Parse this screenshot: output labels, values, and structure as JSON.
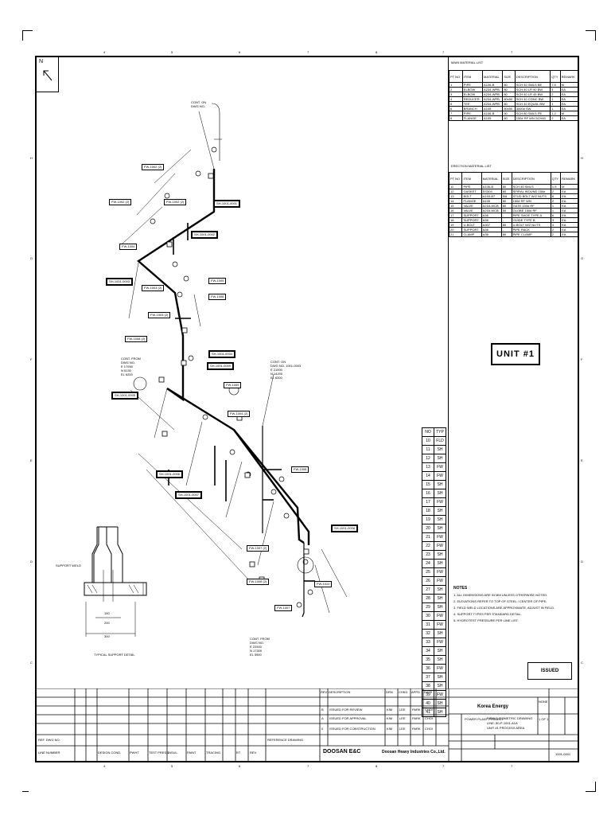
{
  "north_arrow": {
    "label": "N"
  },
  "zone_markers": {
    "top": [
      "4",
      "5",
      "6",
      "7",
      "8",
      "7",
      "7"
    ],
    "left": [
      "H",
      "G",
      "F",
      "E",
      "D",
      "C"
    ],
    "right": [
      "H",
      "G",
      "F",
      "E",
      "D",
      "C"
    ],
    "bottom": [
      "4",
      "5",
      "6",
      "7",
      "8",
      "7",
      "7"
    ]
  },
  "main_material_list": {
    "title": "MAIN MATERIAL LIST",
    "headers": [
      "PT NO",
      "ITEM",
      "MATERIAL",
      "SIZE",
      "DESCRIPTION",
      "QTY",
      "REMARK"
    ],
    "rows": [
      [
        "1",
        "PIPE",
        "A106-B",
        "80",
        "SCH 40 SMLS BE",
        "7.5",
        "M"
      ],
      [
        "2",
        "ELBOW",
        "A234-WPB",
        "80",
        "SCH 40 LR 90 BW",
        "4",
        "EA"
      ],
      [
        "3",
        "ELBOW",
        "A234-WPB",
        "80",
        "SCH 40 LR 45 BW",
        "2",
        "EA"
      ],
      [
        "4",
        "REDUCER",
        "A234-WPB",
        "80x50",
        "SCH 40 CONC BW",
        "1",
        "EA"
      ],
      [
        "5",
        "TEE",
        "A234-WPB",
        "80",
        "SCH 40 EQUAL BW",
        "1",
        "EA"
      ],
      [
        "6",
        "BRANCH",
        "A105",
        "80x50",
        "3000# SW",
        "1",
        "EA"
      ],
      [
        "7",
        "PIPE",
        "A106-B",
        "50",
        "SCH 80 SMLS PE",
        "1.2",
        "M"
      ],
      [
        "8",
        "FLANGE",
        "A105",
        "80",
        "150# RF WN SCH40",
        "2",
        "EA"
      ]
    ]
  },
  "erection_list": {
    "title": "ERECTION MATERIAL LIST",
    "headers": [
      "PT NO",
      "ITEM",
      "MATERIAL",
      "SIZE",
      "DESCRIPTION",
      "QTY",
      "REMARK"
    ],
    "rows": [
      [
        "11",
        "PIPE",
        "A106-B",
        "80",
        "SCH 40 SMLS",
        "1.5",
        "M"
      ],
      [
        "12",
        "GASKET",
        "SS304",
        "80",
        "SPIRAL WOUND 150#",
        "2",
        "EA"
      ],
      [
        "13",
        "BOLT",
        "A193-B7",
        "5/8",
        "STUD BOLT W/2 NUTS",
        "8",
        "EA"
      ],
      [
        "14",
        "FLANGE",
        "A105",
        "80",
        "150# RF WN",
        "2",
        "EA"
      ],
      [
        "15",
        "VALVE",
        "A216-WCB",
        "80",
        "GATE 150# RF",
        "1",
        "EA"
      ],
      [
        "16",
        "VALVE",
        "A216-WCB",
        "50",
        "GLOBE 150# RF",
        "1",
        "EA"
      ],
      [
        "17",
        "SUPPORT",
        "A36",
        "-",
        "PIPE SHOE TYPE A",
        "6",
        "EA"
      ],
      [
        "18",
        "SUPPORT",
        "A36",
        "-",
        "GUIDE TYPE B",
        "3",
        "EA"
      ],
      [
        "19",
        "U-BOLT",
        "A307",
        "80",
        "U-BOLT W/2 NUTS",
        "4",
        "EA"
      ],
      [
        "20",
        "SUPPORT",
        "A36",
        "-",
        "PIPE RACK",
        "2",
        "EA"
      ],
      [
        "21",
        "CLAMP",
        "A36",
        "80",
        "PIPE CLAMP",
        "2",
        "EA"
      ]
    ]
  },
  "unit_label": "UNIT #1",
  "callouts": [
    "FW-1002 (2)",
    "FW-1002 (2)",
    "FW-1002 (2)",
    "FW-1003 (2)",
    "FW-1003 (2)",
    "FW-1004",
    "FW-1004 (2)",
    "FW-1005",
    "FW-1006",
    "FW-1006 (2)",
    "FW-1007",
    "FW-1007 (2)",
    "FW-1008",
    "FW-1008 (2)",
    "FW-1009",
    "FW-1010"
  ],
  "boxed_tags": [
    "SH-1001-0001",
    "SH-1001-0002",
    "SH-1001-0003",
    "SH-1001-0004",
    "SH-1001-0005",
    "SH-1001-0006",
    "SH-1001-0007",
    "SH-1001-0008",
    "SH-1001-0009"
  ],
  "connections": [
    {
      "lines": [
        "CONT. ON",
        "DWG NO."
      ]
    },
    {
      "lines": [
        "CONT. FROM",
        "DWG NO.",
        "E 17950",
        "N 5130",
        "EL 6200"
      ]
    },
    {
      "lines": [
        "CONT. ON",
        "DWG NO. 1001-0003",
        "E 21000",
        "N 14200",
        "EL 6200"
      ]
    },
    {
      "lines": [
        "CONT. FROM",
        "DWG NO.",
        "E 22500",
        "N 17300",
        "EL 5900"
      ]
    }
  ],
  "detail_caption": "TYPICAL SUPPORT DETAIL",
  "detail_label": "SUPPORT WELD",
  "dim_small": "150",
  "dim_mid": "200",
  "dim_big": "300",
  "column_table": {
    "header": [
      "NO",
      "TYP"
    ],
    "rows": [
      [
        "10",
        "FLD"
      ],
      [
        "11",
        "SH"
      ],
      [
        "12",
        "SH"
      ],
      [
        "13",
        "FW"
      ],
      [
        "14",
        "FW"
      ],
      [
        "15",
        "SH"
      ],
      [
        "16",
        "SH"
      ],
      [
        "17",
        "FW"
      ],
      [
        "18",
        "SH"
      ],
      [
        "19",
        "SH"
      ],
      [
        "20",
        "SH"
      ],
      [
        "21",
        "FW"
      ],
      [
        "22",
        "FW"
      ],
      [
        "23",
        "SH"
      ],
      [
        "24",
        "SH"
      ],
      [
        "25",
        "FW"
      ],
      [
        "26",
        "FW"
      ],
      [
        "27",
        "SH"
      ],
      [
        "28",
        "SH"
      ],
      [
        "29",
        "SH"
      ],
      [
        "30",
        "FW"
      ],
      [
        "31",
        "FW"
      ],
      [
        "32",
        "SH"
      ],
      [
        "33",
        "FW"
      ],
      [
        "34",
        "SH"
      ],
      [
        "35",
        "SH"
      ],
      [
        "36",
        "FW"
      ],
      [
        "37",
        "SH"
      ],
      [
        "38",
        "SH"
      ],
      [
        "39",
        "FW"
      ],
      [
        "40",
        "SH"
      ],
      [
        "41",
        "SH"
      ]
    ]
  },
  "notes": {
    "title": "NOTES",
    "items": [
      "1. ALL DIMENSIONS ARE IN MM UNLESS OTHERWISE NOTED.",
      "2. ELEVATIONS REFER TO TOP OF STEEL / CENTER OF PIPE.",
      "3. FIELD WELD LOCATIONS ARE APPROXIMATE, ADJUST IN FIELD.",
      "4. SUPPORT TYPES PER STANDARD DETAIL.",
      "5. HYDROTEST PRESSURE PER LINE LIST."
    ]
  },
  "stamp_label": "ISSUED",
  "title_block": {
    "revisions": [
      [
        "0",
        "ISSUED FOR CONSTRUCTION",
        "KIM",
        "LEE",
        "PARK",
        "CHOI"
      ],
      [
        "A",
        "ISSUED FOR APPROVAL",
        "KIM",
        "LEE",
        "PARK",
        "CHOI"
      ],
      [
        "B",
        "ISSUED FOR REVIEW",
        "KIM",
        "LEE",
        "PARK",
        "CHOI"
      ]
    ],
    "rev_header": [
      "REV",
      "DESCRIPTION",
      "DRN",
      "CHKD",
      "APPD",
      "DATE"
    ],
    "client_logo": "Korea Energy",
    "contractor_logo": "Doosan Heavy Industries Co.,Ltd.",
    "owner_logo": "DOOSAN E&C",
    "drawing_title": [
      "PIPING ISOMETRIC DRAWING",
      "LINE: 80-P-1001-A1A",
      "UNIT #1 PROCESS AREA"
    ],
    "drawing_no": "1001-0001",
    "sheet": "1 OF 1",
    "scale": "NONE",
    "project": "POWER PLANT PROJECT",
    "ref_header": [
      "REF. DWG NO.",
      "REFERENCE DRAWING"
    ],
    "bottom_labels": [
      "LINE NUMBER",
      "DESIGN COND.",
      "PWHT",
      "TEST PRESS.",
      "INSUL.",
      "PAINT",
      "TRACING",
      "RT",
      "REV."
    ]
  }
}
